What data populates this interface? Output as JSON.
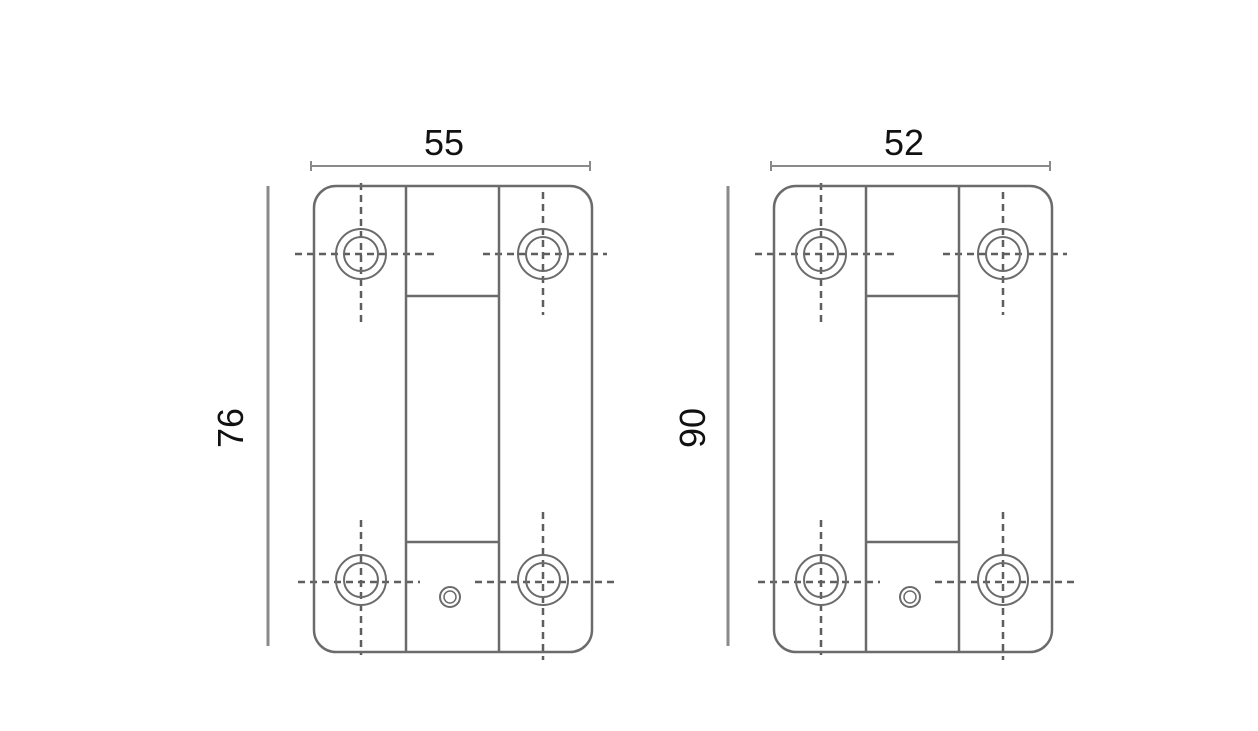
{
  "plates": [
    {
      "width_label": "55",
      "height_label": "76"
    },
    {
      "width_label": "52",
      "height_label": "90"
    }
  ],
  "colors": {
    "outline": "#6b6b6b",
    "dim_line": "#8a8a8a",
    "center_line": "#5e5e5e",
    "text": "#111111"
  }
}
